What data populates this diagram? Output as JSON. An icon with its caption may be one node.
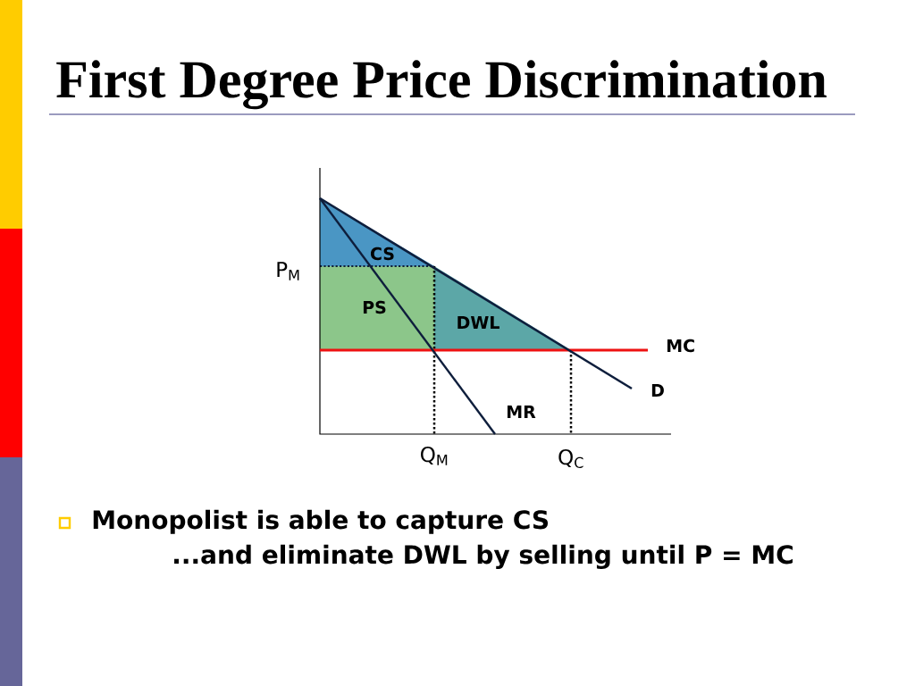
{
  "diagram": {
    "title": "First Degree Price Discrimination",
    "labels": [
      "CS",
      "P$_{M}$",
      "PS",
      "DWL",
      "MC",
      "D",
      "MR",
      "Q$_{M}$",
      "Q$_{C}$",
      "Monopolist is able to capture CS",
      "...and eliminate DWL by selling until P = MC"
    ]
  }
}
